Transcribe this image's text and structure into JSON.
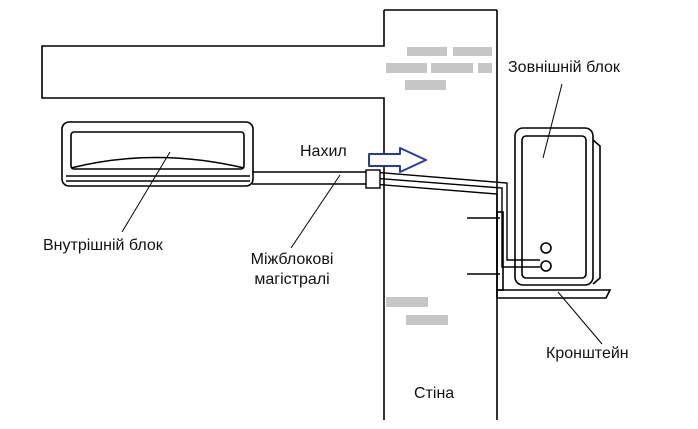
{
  "labels": {
    "indoor_unit": "Внутрішній блок",
    "outdoor_unit": "Зовнішній блок",
    "slope": "Нахил",
    "lines": "Міжблокові\nмагістралі",
    "wall": "Стіна",
    "bracket": "Кронштейн"
  },
  "colors": {
    "stroke": "#000000",
    "brick": "#c6c6c6",
    "arrow": "#2b3a9e",
    "background": "#ffffff"
  },
  "icons": {
    "slope_arrow": "right-arrow-outline"
  }
}
